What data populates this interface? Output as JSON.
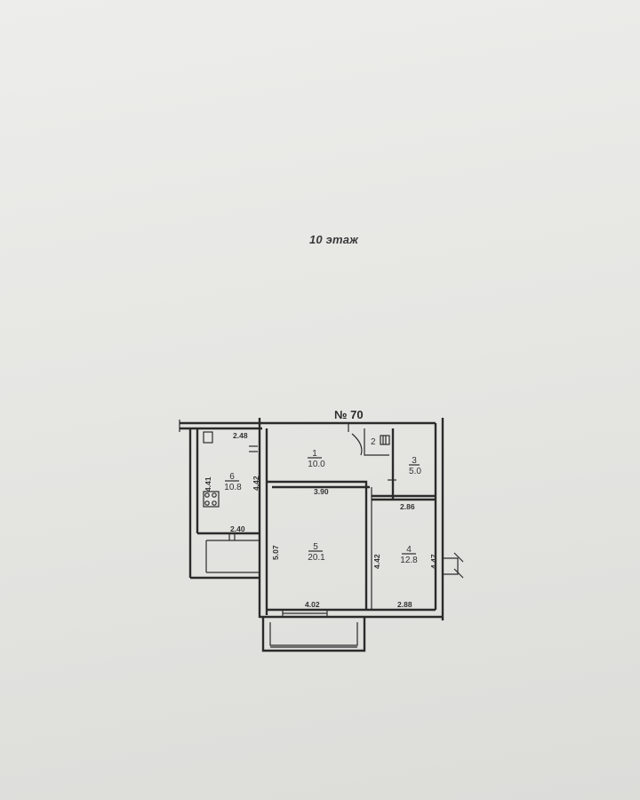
{
  "floor": "10 этаж",
  "apartment": "№ 70",
  "rooms": [
    {
      "number": "1",
      "area": "10.0"
    },
    {
      "number": "2",
      "area": ""
    },
    {
      "number": "3",
      "area": "5.0"
    },
    {
      "number": "4",
      "area": "12.8"
    },
    {
      "number": "5",
      "area": "20.1"
    },
    {
      "number": "6",
      "area": "10.8"
    }
  ],
  "dimensions": {
    "kitchen_top": "2.48",
    "kitchen_left": "4.41",
    "kitchen_right": "4.42",
    "kitchen_bottom": "2.40",
    "hall_bottom": "3.90",
    "bath_bottom": "2.86",
    "living_left": "5.07",
    "living_right": "4.42",
    "living_bottom": "4.02",
    "bedroom_right": "4.47",
    "bedroom_bottom": "2.88"
  }
}
